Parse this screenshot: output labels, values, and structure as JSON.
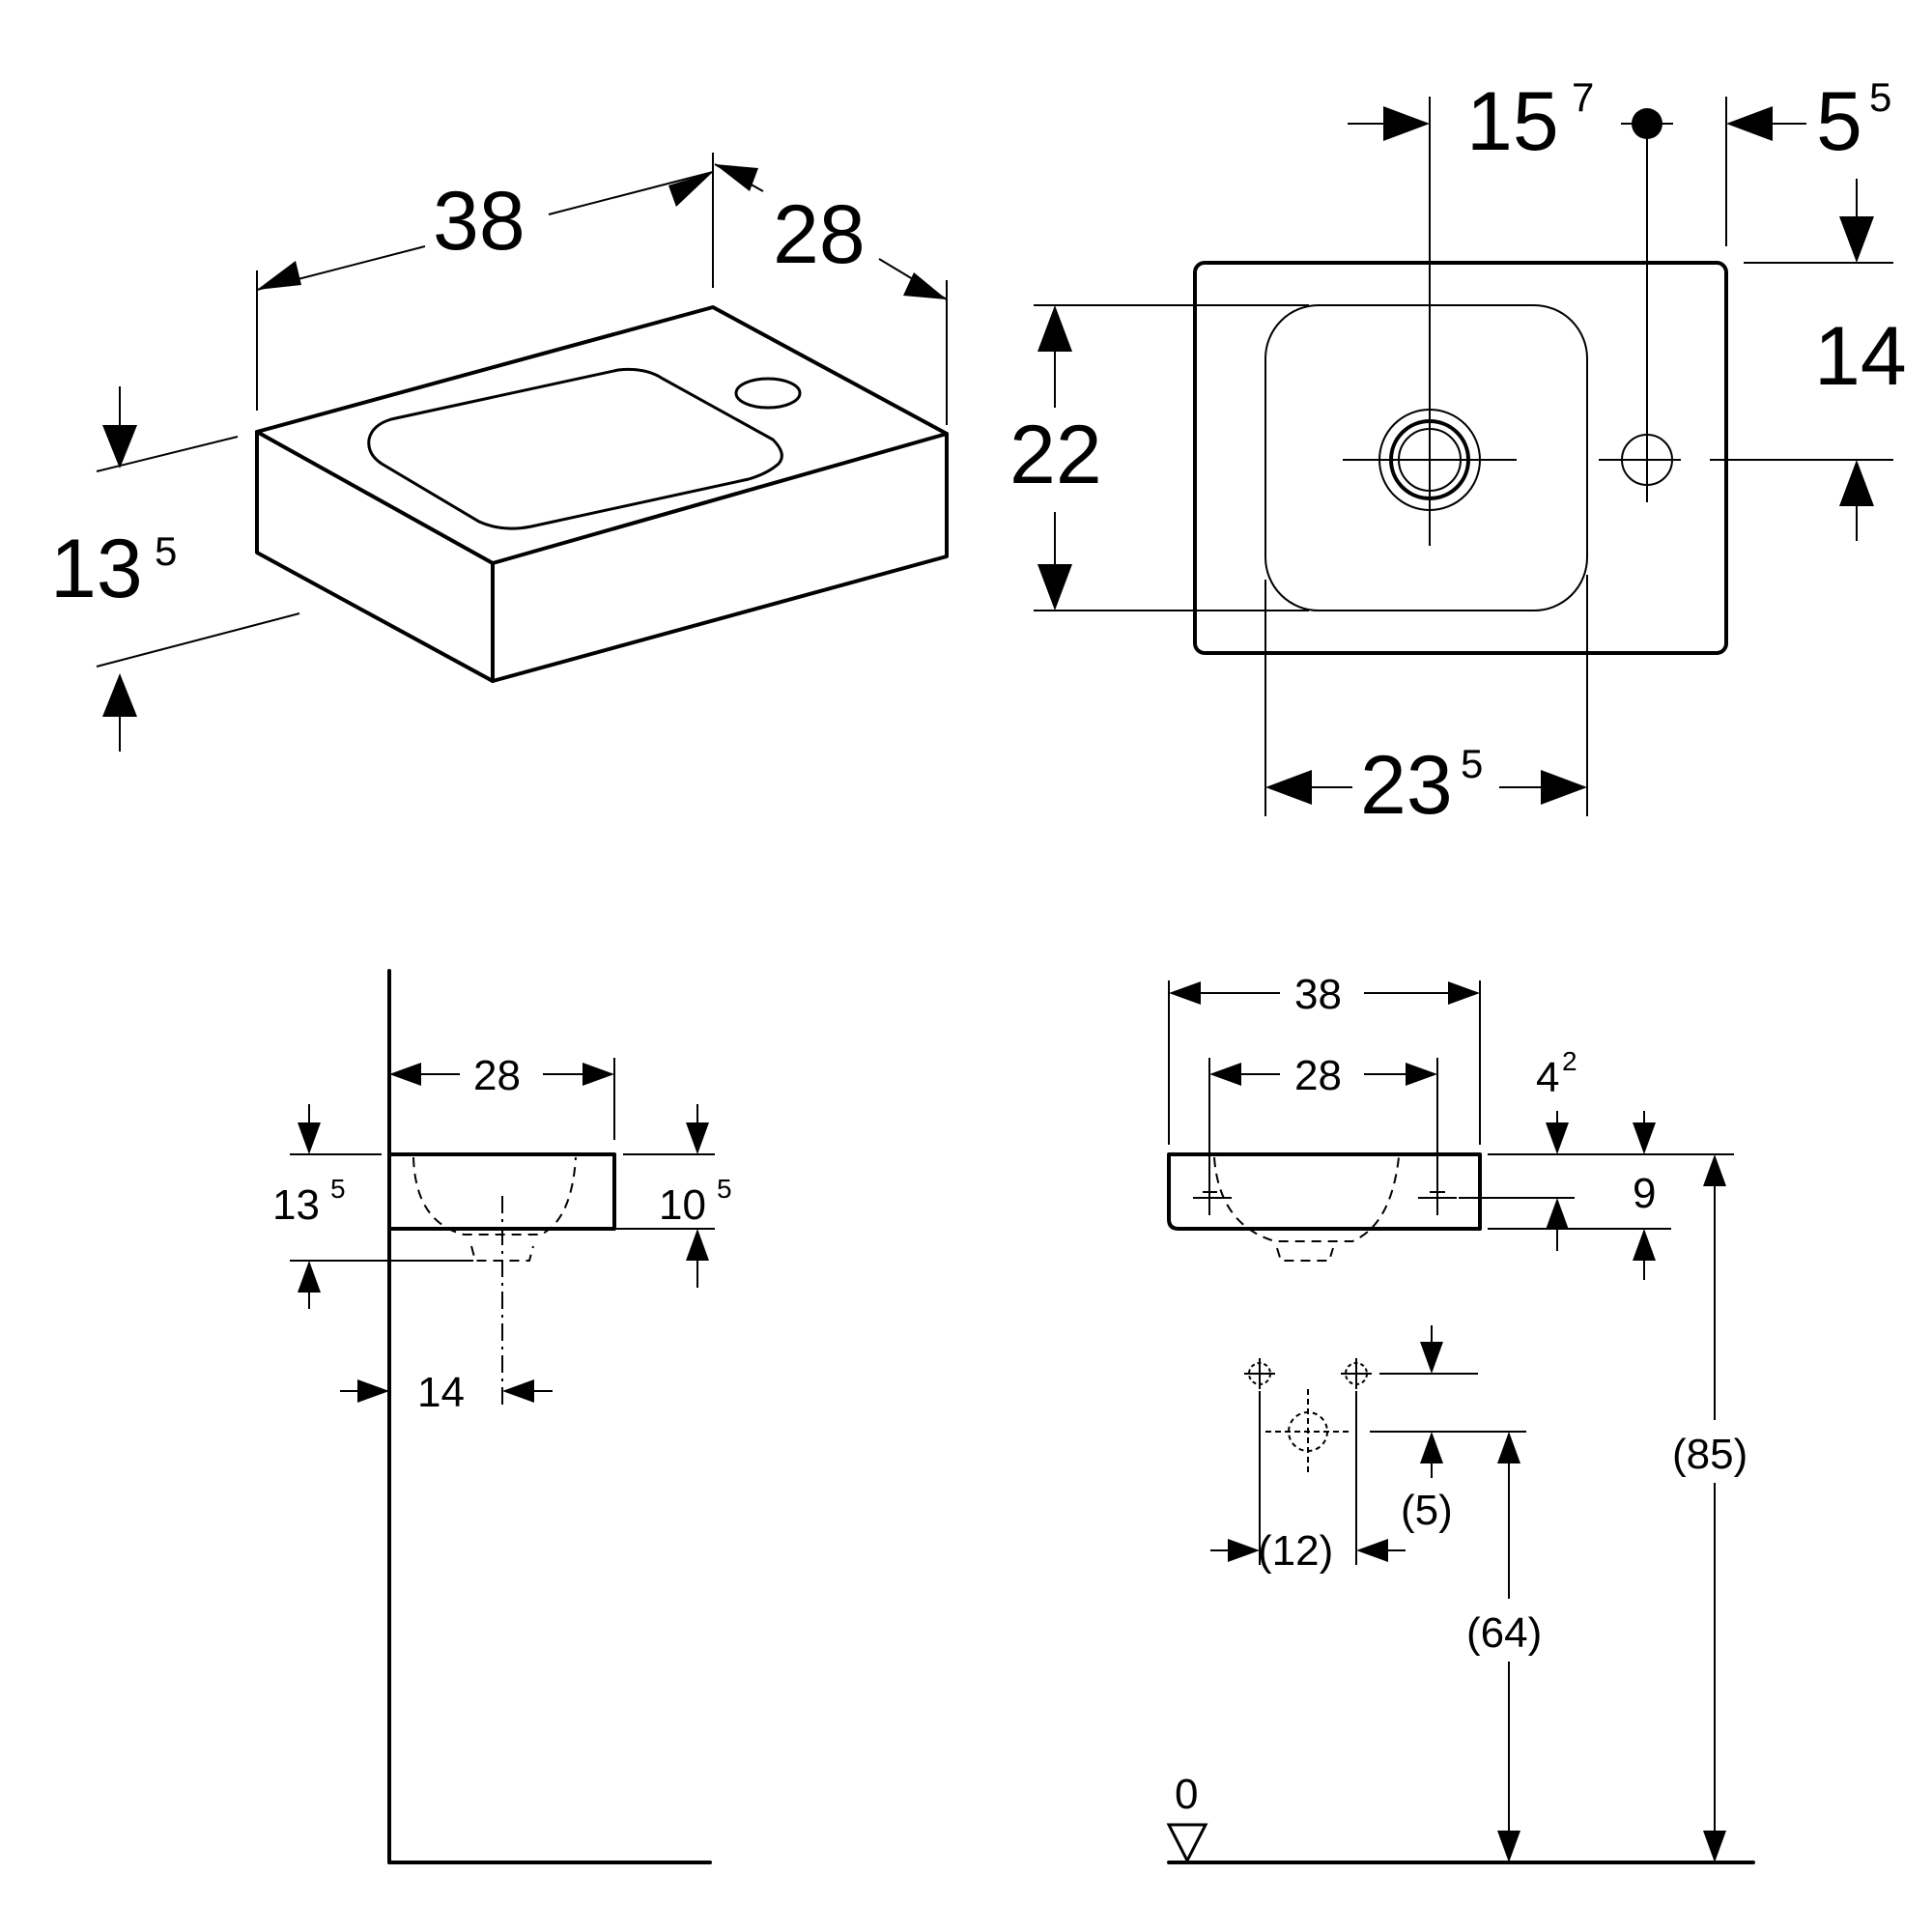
{
  "iso": {
    "width": "38",
    "depth": "28",
    "height_main": "13",
    "height_sup": "5"
  },
  "top": {
    "tap_offset_main": "15",
    "tap_offset_sup": "7",
    "edge_offset_main": "5",
    "edge_offset_sup": "5",
    "tap_depth": "14",
    "bowl_depth": "22",
    "bowl_width_main": "23",
    "bowl_width_sup": "5"
  },
  "side": {
    "depth": "28",
    "height_main": "13",
    "height_sup": "5",
    "bowl_height_main": "10",
    "bowl_height_sup": "5",
    "waste_offset": "14"
  },
  "front": {
    "width": "38",
    "fix_spacing": "28",
    "fix_top_main": "4",
    "fix_top_sup": "2",
    "fix_offset": "9",
    "supply_spacing": "(12)",
    "supply_offset": "(5)",
    "waste_height": "(64)",
    "rim_height": "(85)",
    "floor": "0"
  }
}
